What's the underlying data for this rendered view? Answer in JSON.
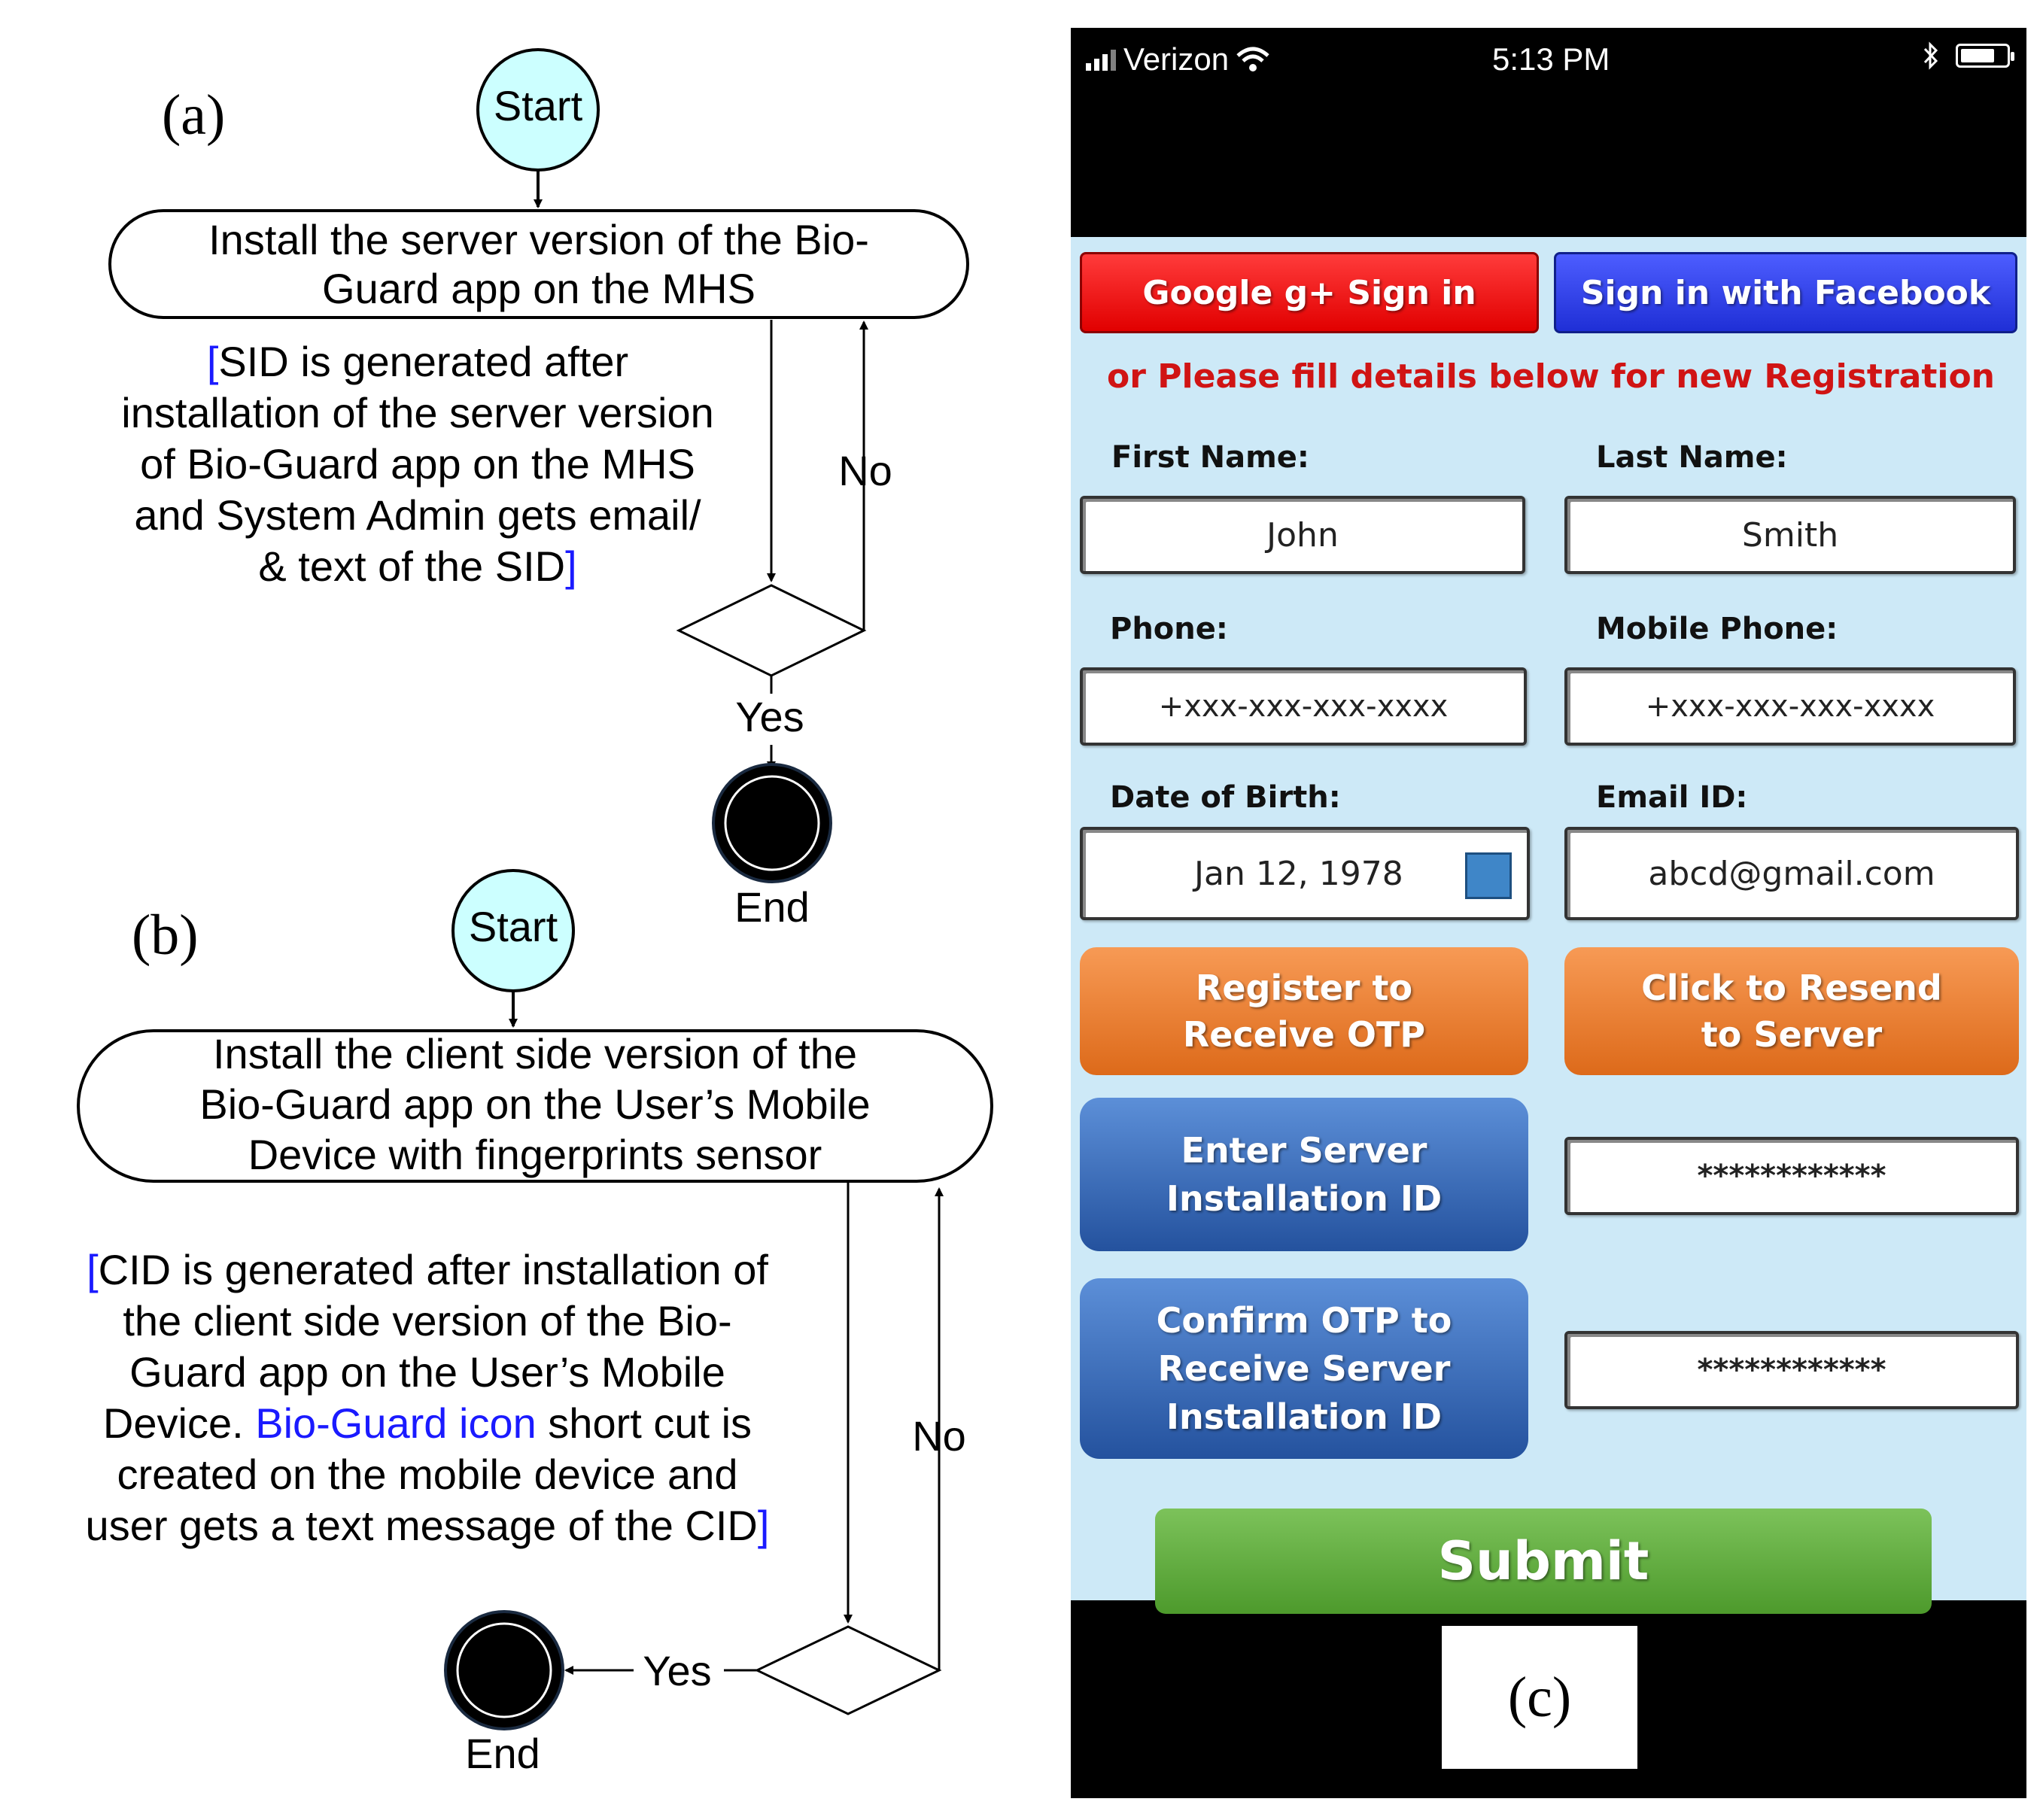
{
  "panel_a": {
    "label": "(a)",
    "start": "Start",
    "install_lines": [
      "Install the server version of the Bio-",
      "Guard app on the MHS"
    ],
    "note_lines": [
      "SID is generated after",
      "installation of the server version",
      "of Bio-Guard  app on the MHS",
      "and System Admin gets email/",
      "& text of the SID"
    ],
    "bracket_open": "[",
    "bracket_close": "]",
    "no": "No",
    "yes": "Yes",
    "end": "End"
  },
  "panel_b": {
    "label": "(b)",
    "start": "Start",
    "install_lines": [
      "Install the client side  version of the",
      "Bio-Guard app on the User’s Mobile",
      "Device with fingerprints sensor"
    ],
    "note_line1": "CID is generated after installation of",
    "note_line2": "the client side version of the Bio-",
    "note_line3": "Guard app on the User’s Mobile",
    "note_line4_a": "Device. ",
    "note_line4_link": "Bio-Guard icon",
    "note_line4_b": " short cut is",
    "note_line5": "created on the mobile device and",
    "note_line6": "user gets a text message of the CID",
    "bracket_open": "[",
    "bracket_close": "]",
    "no": "No",
    "yes": "Yes",
    "end": "End"
  },
  "phone": {
    "status_bar": {
      "carrier": "Verizon",
      "time": "5:13 PM",
      "icons": [
        "signal-icon",
        "wifi-icon",
        "bluetooth-icon",
        "battery-icon"
      ]
    },
    "google_button": "Google g+ Sign in",
    "facebook_button": "Sign in with Facebook",
    "registration_note": "or  Please fill details below for new Registration",
    "first_name_label": "First Name:",
    "first_name_value": "John",
    "last_name_label": "Last Name:",
    "last_name_value": "Smith",
    "phone_label": "Phone:",
    "phone_value": "+xxx-xxx-xxx-xxxx",
    "mobile_label": "Mobile Phone:",
    "mobile_value": "+xxx-xxx-xxx-xxxx",
    "dob_label": "Date of Birth:",
    "dob_value": "Jan 12, 1978",
    "email_label": "Email ID:",
    "email_value": "abcd@gmail.com",
    "register_otp_button": "Register to\nReceive OTP",
    "resend_button": "Click to Resend\nto Server",
    "enter_server_button": "Enter Server\nInstallation ID",
    "server_id_value": "************",
    "confirm_otp_button": "Confirm OTP to\nReceive Server\nInstallation ID",
    "otp_value": "************",
    "submit_button": "Submit",
    "panel_label": "(c)"
  },
  "colors": {
    "start_fill": "#ccffff",
    "form_background": "#cde9f7",
    "google_red": "#e10000",
    "facebook_blue": "#1f2fd6",
    "orange_button": "#dd6a1a",
    "blue_button": "#24529e",
    "submit_green": "#4d9a2c",
    "note_red": "#d01414",
    "bracket_blue": "#1a1aff"
  }
}
